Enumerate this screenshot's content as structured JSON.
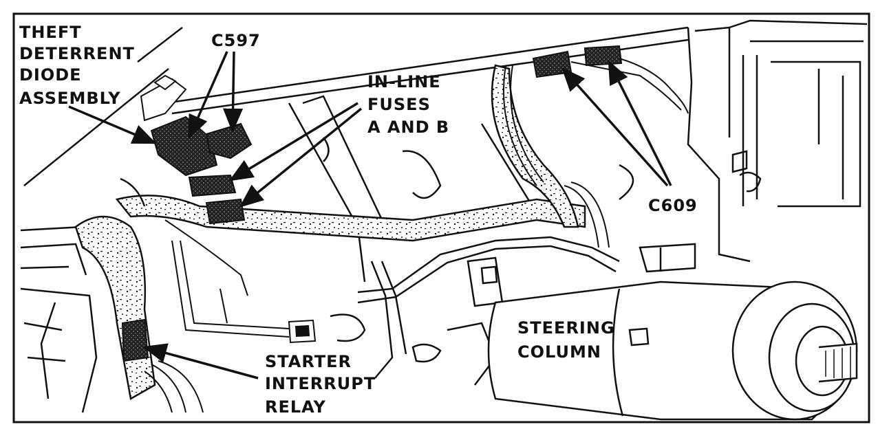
{
  "labels": {
    "theft_deterrent": [
      "THEFT",
      "DETERRENT",
      "DIODE",
      "ASSEMBLY"
    ],
    "c597": "C597",
    "inline_fuses": [
      "IN-LINE",
      "FUSES",
      "A AND B"
    ],
    "c609": "C609",
    "steering_column": [
      "STEERING",
      "COLUMN"
    ],
    "starter_relay": [
      "STARTER",
      "INTERRUPT",
      "RELAY"
    ]
  },
  "colors": {
    "ink": "#111111",
    "paper": "#ffffff"
  }
}
